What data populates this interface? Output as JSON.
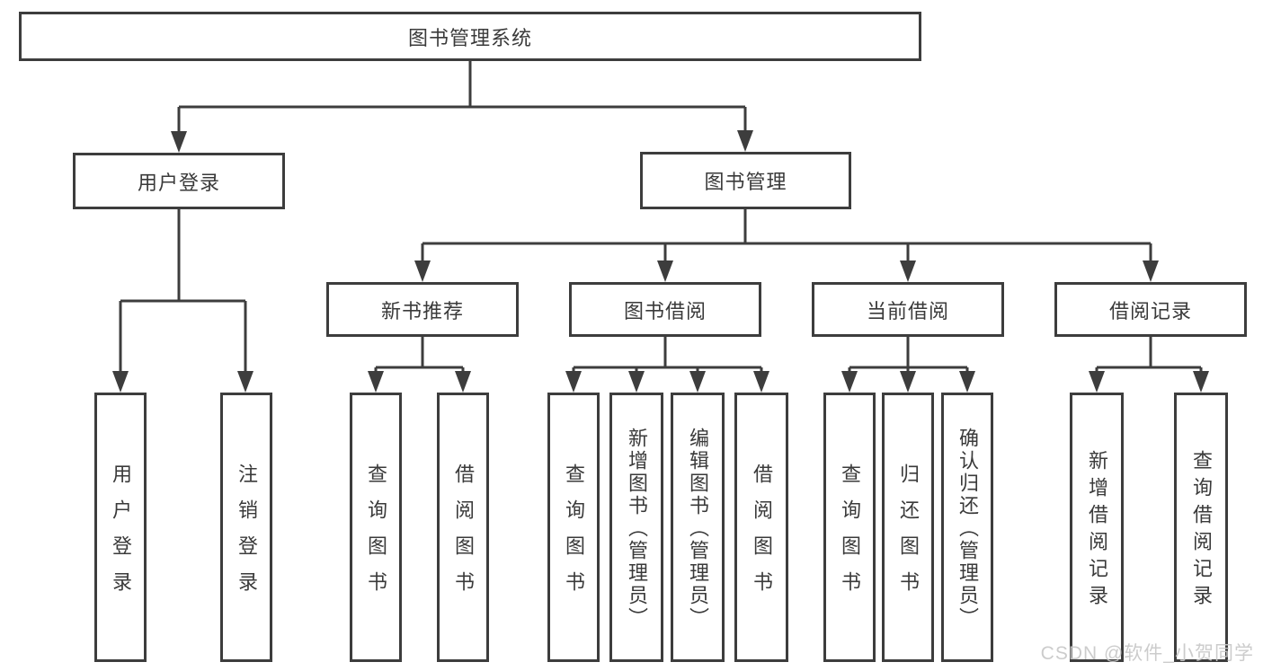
{
  "diagram": {
    "root": {
      "label": "图书管理系统"
    },
    "level2": [
      {
        "label": "用户登录"
      },
      {
        "label": "图书管理"
      }
    ],
    "level3": [
      {
        "label": "新书推荐"
      },
      {
        "label": "图书借阅"
      },
      {
        "label": "当前借阅"
      },
      {
        "label": "借阅记录"
      }
    ],
    "leaves": {
      "user_login": [
        "用户登录",
        "注销登录"
      ],
      "new_book": [
        "查询图书",
        "借阅图书"
      ],
      "book_borrow": [
        "查询图书",
        "新增图书（管理员）",
        "编辑图书（管理员）",
        "借阅图书"
      ],
      "current_borrow": [
        "查询图书",
        "归还图书",
        "确认归还（管理员）"
      ],
      "borrow_records": [
        "新增借阅记录",
        "查询借阅记录"
      ]
    }
  },
  "watermark": {
    "text": "CSDN @软件_小贺同学"
  },
  "colors": {
    "line": "#3d3d3d",
    "text": "#3a3a3a",
    "background": "#ffffff",
    "watermark": "#c8c8c8"
  }
}
